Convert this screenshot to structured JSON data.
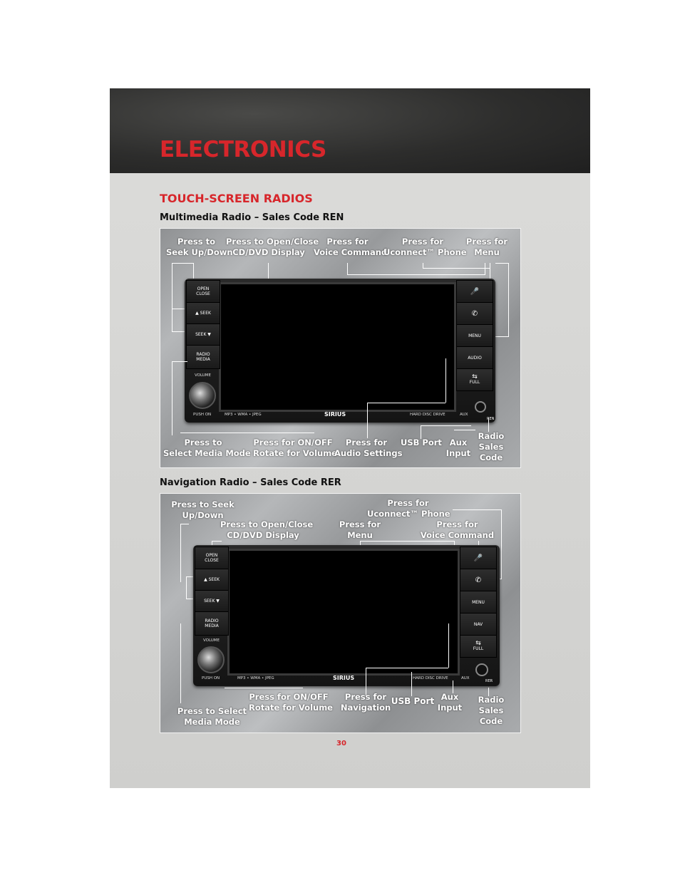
{
  "header": {
    "title": "ELECTRONICS"
  },
  "section": {
    "title": "TOUCH-SCREEN RADIOS"
  },
  "ren": {
    "title": "Multimedia Radio – Sales Code REN",
    "callouts": {
      "seek": "Press to\nSeek Up/Down",
      "open_close": "Press to Open/Close\nCD/DVD Display",
      "voice": "Press for\nVoice Command",
      "uconnect": "Press for\nUconnect™ Phone",
      "menu": "Press for\nMenu",
      "media": "Press to\nSelect Media Mode",
      "onoff": "Press for ON/OFF\nRotate for Volume",
      "audio": "Press for\nAudio Settings",
      "usb": "USB Port",
      "aux": "Aux\nInput",
      "sales": "Radio\nSales\nCode"
    },
    "buttons": {
      "open_close": "OPEN\nCLOSE",
      "seek_up": "SEEK",
      "seek_down": "SEEK",
      "radio_media": "RADIO\nMEDIA",
      "volume": "VOLUME",
      "push_on": "PUSH ON",
      "menu": "MENU",
      "audio": "AUDIO",
      "full": "FULL",
      "aux": "AUX",
      "code": "REN",
      "formats": "MP3 • WMA • JPEG",
      "sirius": "SIRIUS",
      "hdd": "HARD DISC DRIVE"
    }
  },
  "rer": {
    "title": "Navigation Radio – Sales Code RER",
    "callouts": {
      "seek": "Press to Seek\nUp/Down",
      "uconnect": "Press for\nUconnect™ Phone",
      "open_close": "Press to Open/Close\nCD/DVD Display",
      "menu": "Press for\nMenu",
      "voice": "Press for\nVoice Command",
      "media": "Press to Select\nMedia Mode",
      "onoff": "Press for ON/OFF\nRotate for Volume",
      "nav": "Press for\nNavigation",
      "usb": "USB Port",
      "aux": "Aux\nInput",
      "sales": "Radio\nSales\nCode"
    },
    "buttons": {
      "open_close": "OPEN\nCLOSE",
      "seek_up": "SEEK",
      "seek_down": "SEEK",
      "radio_media": "RADIO\nMEDIA",
      "volume": "VOLUME",
      "push_on": "PUSH ON",
      "menu": "MENU",
      "nav": "NAV",
      "full": "FULL",
      "aux": "AUX",
      "code": "RER",
      "formats": "MP3 • WMA • JPEG",
      "sirius": "SIRIUS",
      "hdd": "HARD DISC DRIVE"
    }
  },
  "page_number": "30"
}
